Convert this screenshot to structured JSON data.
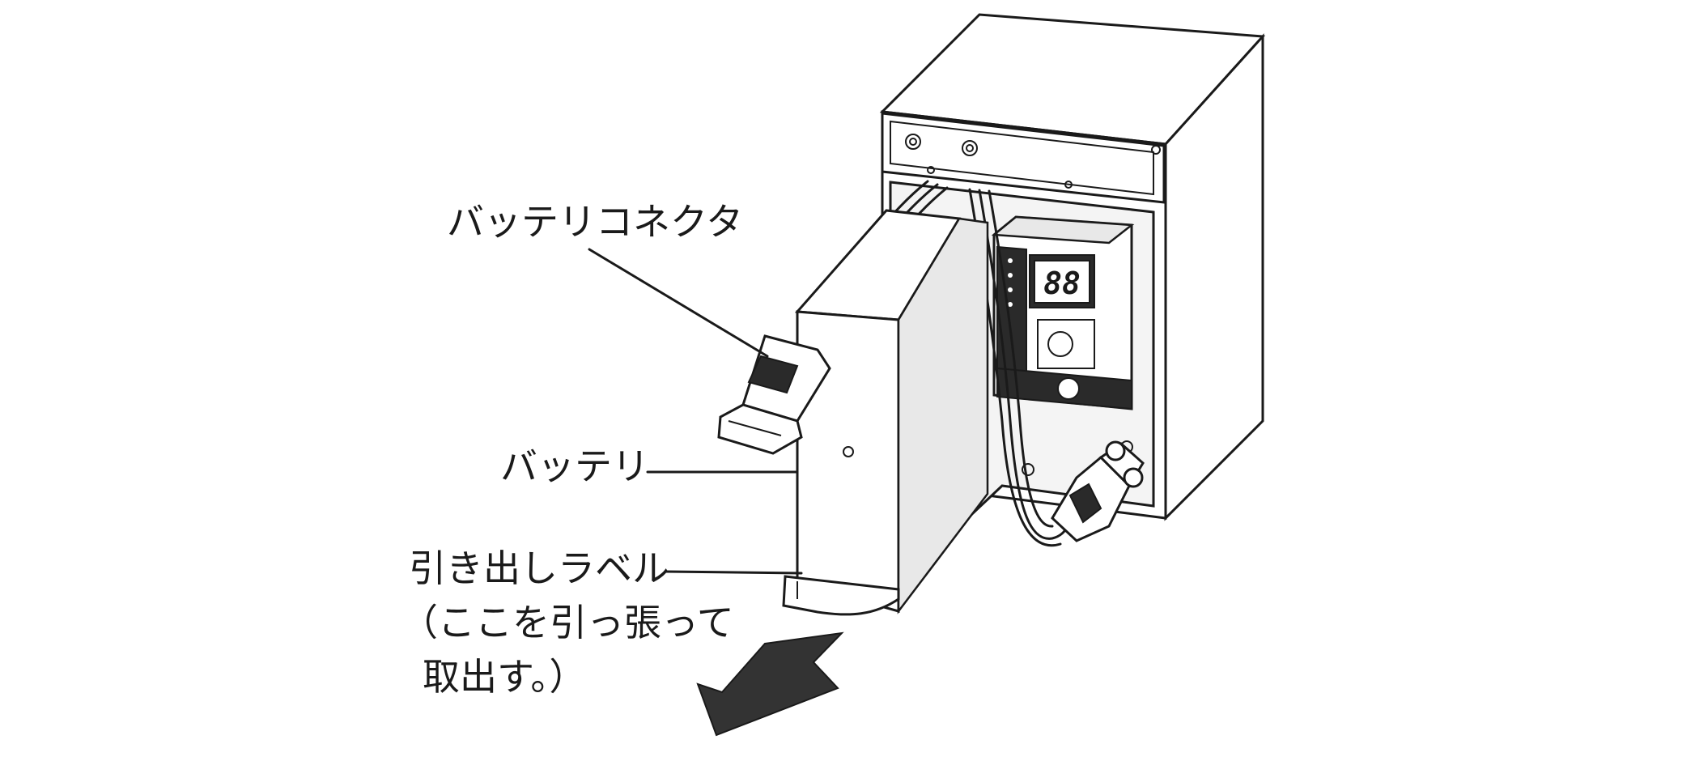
{
  "labels": {
    "battery_connector": "バッテリコネクタ",
    "battery": "バッテリ",
    "pull_label_line1": "引き出しラベル",
    "pull_label_line2": "（ここを引っ張って",
    "pull_label_line3": "取出す。）"
  },
  "display": {
    "digits": "88"
  },
  "colors": {
    "line": "#1a1a1a",
    "arrow": "#333333",
    "background": "#ffffff"
  },
  "icons": {
    "pull_direction": "arrow-down-left-icon"
  }
}
